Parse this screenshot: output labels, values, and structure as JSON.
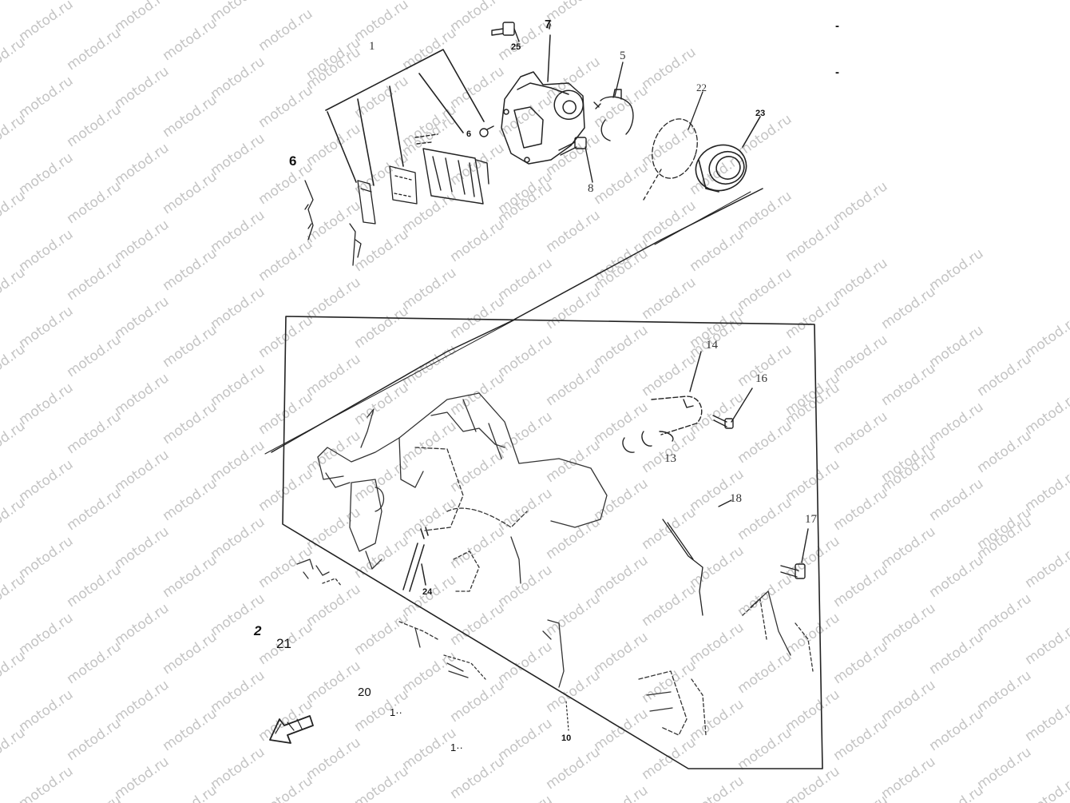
{
  "watermark": {
    "text": "motod.ru",
    "color": "#c4c4c4"
  },
  "callouts": {
    "c1_top": "1",
    "c25": "25",
    "c7": "7",
    "c6_left": "6",
    "c6_small": "6",
    "c8": "8",
    "c5": "5",
    "c22": "22",
    "c23": "23",
    "c14": "14",
    "c16": "16",
    "c13": "13",
    "c18": "18",
    "c17": "17",
    "c24": "24",
    "c2": "2",
    "c21": "21",
    "c20": "20",
    "c1a": "1··",
    "c1b": "1··",
    "c10": "10",
    "dash1": "-",
    "dash2": "-"
  },
  "icons": {
    "front_arrow": "front-arrow-icon"
  }
}
